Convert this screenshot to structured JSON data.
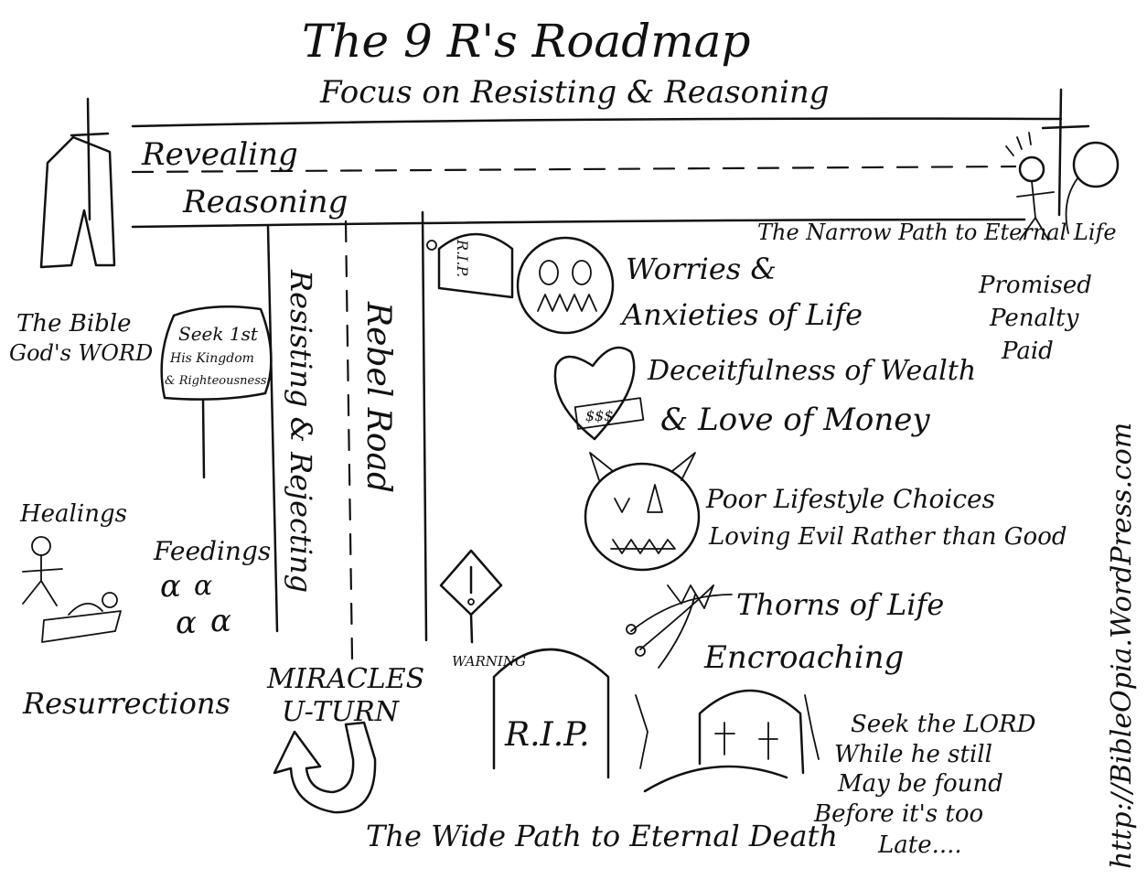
{
  "title": "The 9 R's Roadmap",
  "subtitle": "Focus on Resisting & Reasoning",
  "road_top": {
    "lane1": "Revealing",
    "lane2": "Reasoning"
  },
  "road_vertical": {
    "lane1": "Resisting & Rejecting",
    "lane2": "Rebel Road"
  },
  "bible": {
    "line1": "The Bible",
    "line2": "God's WORD"
  },
  "seek_sign": {
    "line1": "Seek 1st",
    "line2": "His Kingdom",
    "line3": "& Righteousness"
  },
  "miracles": {
    "healings": "Healings",
    "feedings": "Feedings",
    "resurrections": "Resurrections",
    "uturn_line1": "MIRACLES",
    "uturn_line2": "U-TURN"
  },
  "narrow_path": {
    "line1": "The Narrow Path to Eternal Life",
    "line2": "Promised",
    "line3": "Penalty",
    "line4": "Paid"
  },
  "obstacles": {
    "rip_small": "R.I.P.",
    "worries_line1": "Worries &",
    "worries_line2": "Anxieties of Life",
    "wealth_line1": "Deceitfulness of Wealth",
    "wealth_line2": "& Love of Money",
    "money_tag": "$$$",
    "lifestyle_line1": "Poor Lifestyle Choices",
    "lifestyle_line2": "Loving Evil Rather than Good",
    "thorns_line1": "Thorns of Life",
    "thorns_line2": "Encroaching"
  },
  "warning": "WARNING",
  "tombstone": "R.I.P.",
  "seek_lord": {
    "line1": "Seek the LORD",
    "line2": "While he still",
    "line3": "May be found",
    "line4": "Before it's too",
    "line5": "Late...."
  },
  "wide_path": "The Wide Path to Eternal Death",
  "url": "http://BibleOpia.WordPress.com"
}
